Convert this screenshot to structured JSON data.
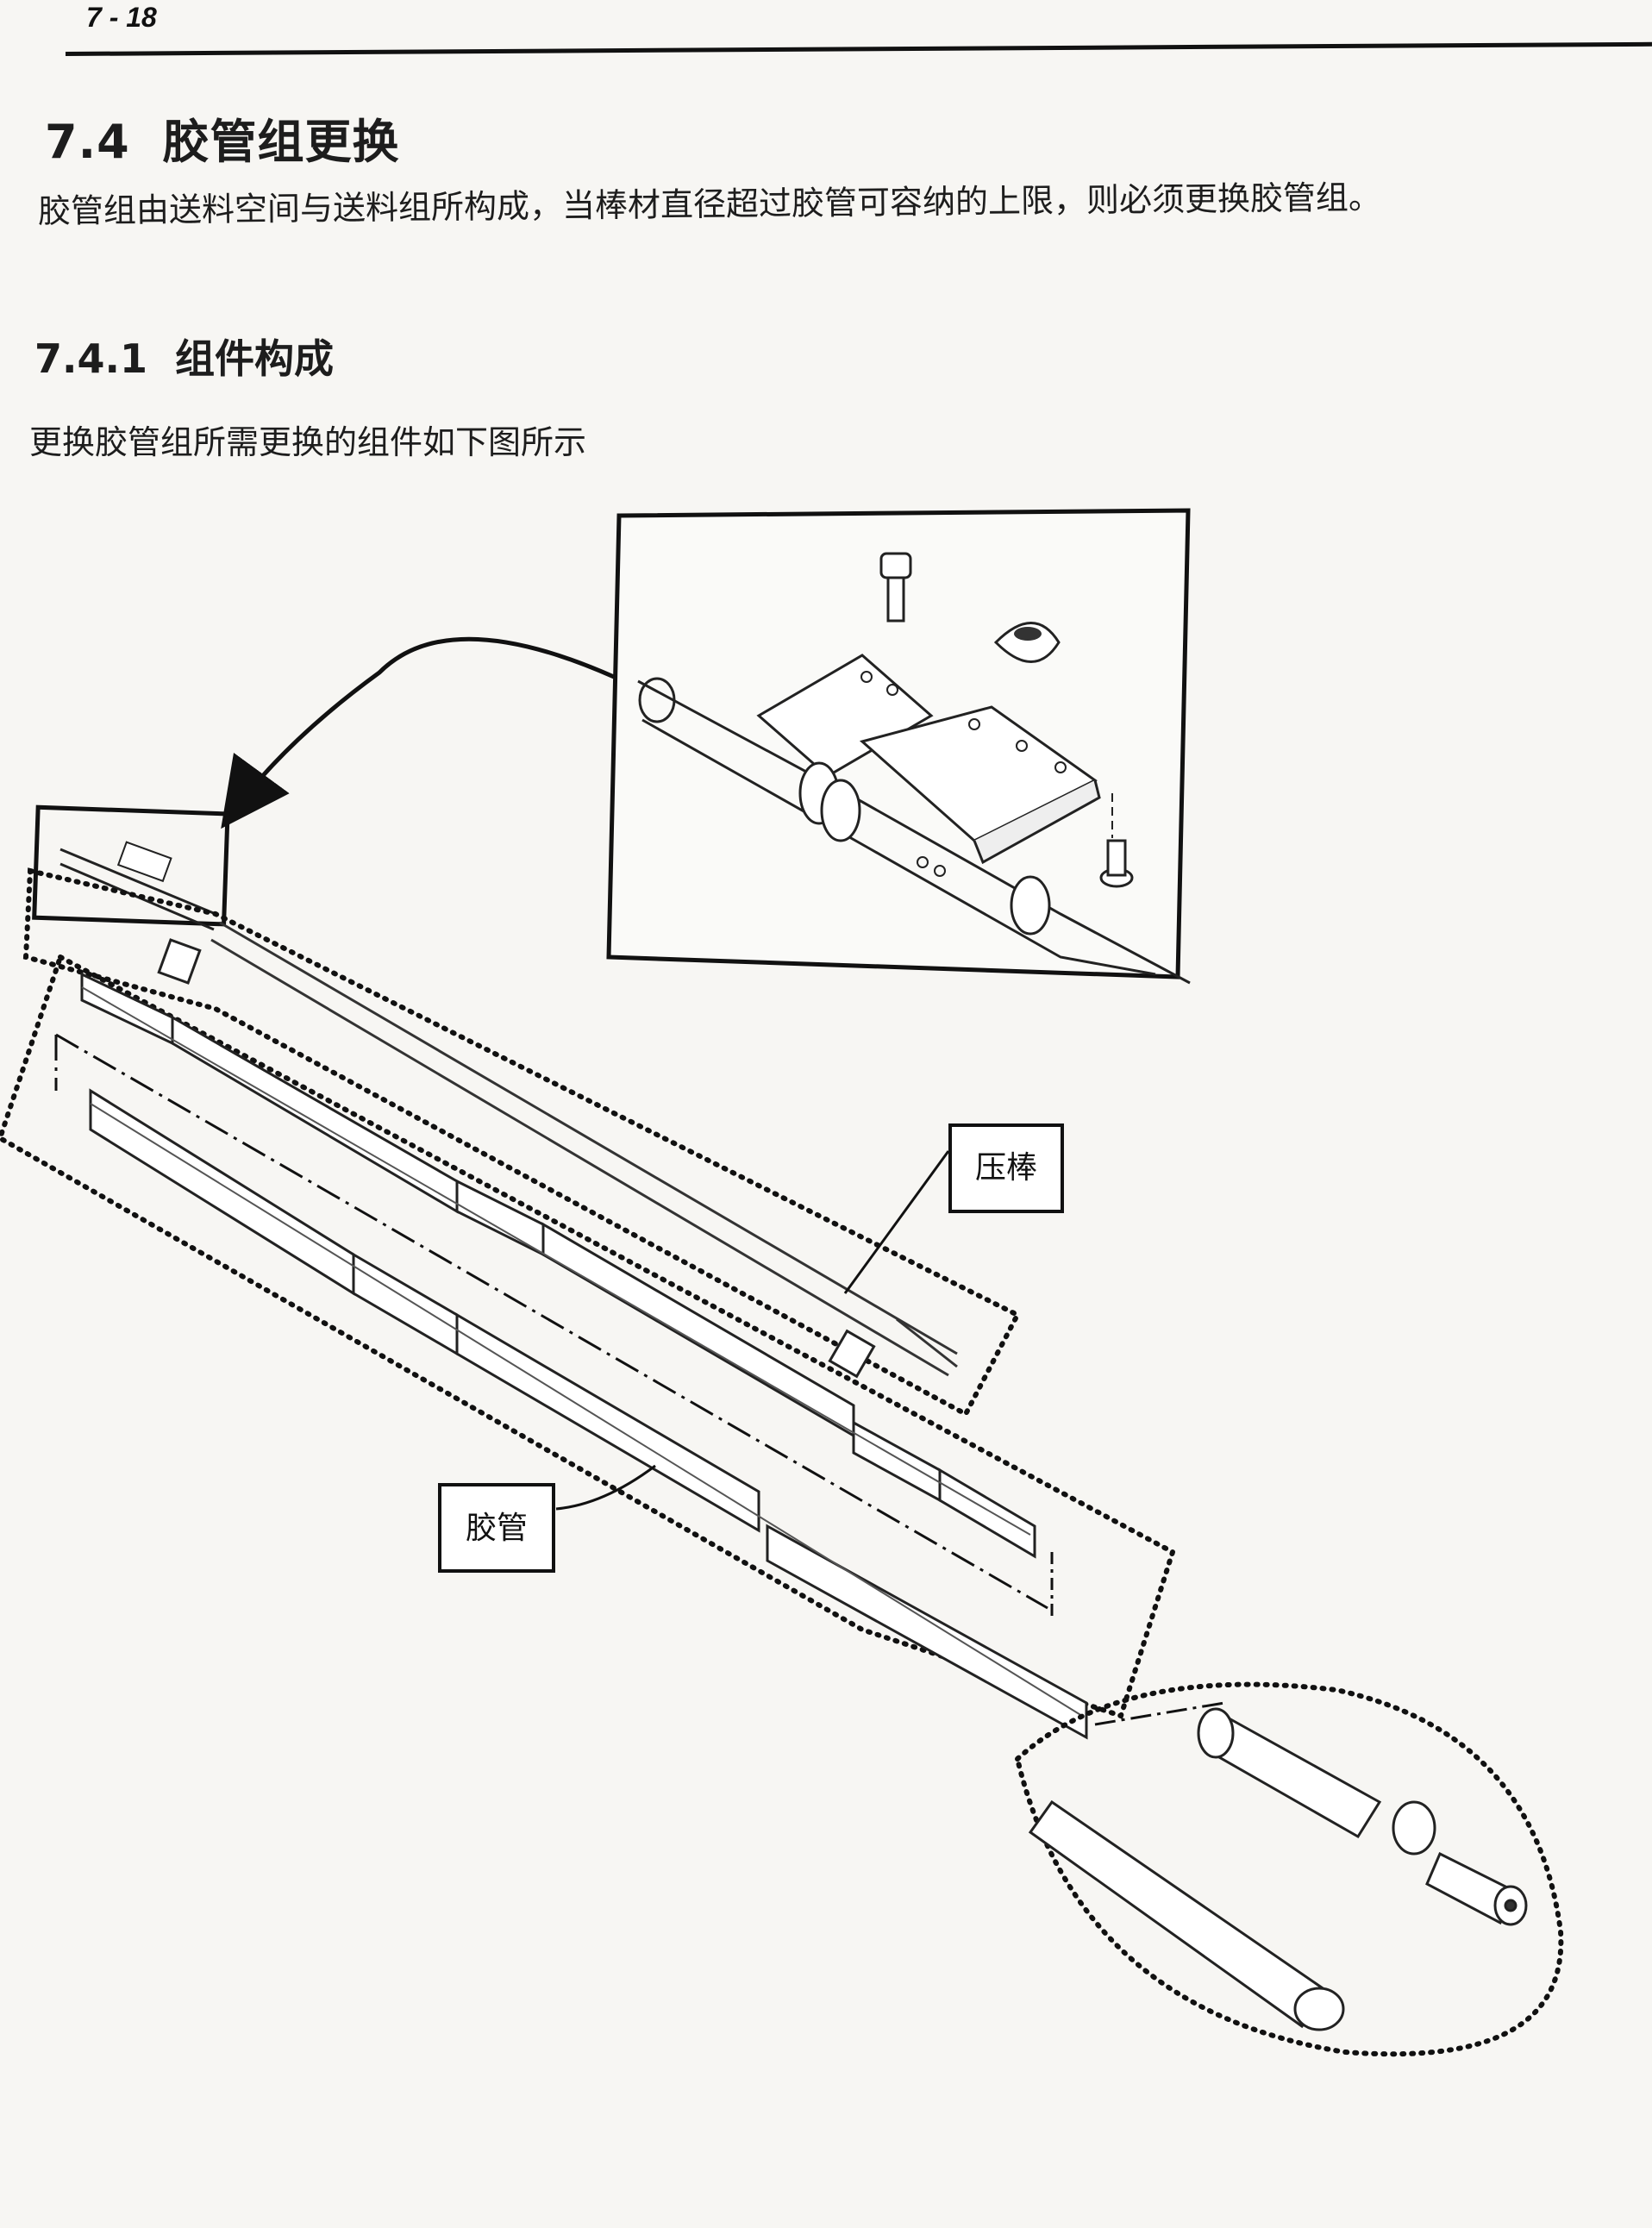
{
  "header": {
    "page_number": "7 - 18"
  },
  "section": {
    "number": "7.4",
    "title": "胶管组更换",
    "intro": "胶管组由送料空间与送料组所构成，当棒材直径超过胶管可容纳的上限，则必须更换胶管组。"
  },
  "subsection": {
    "number": "7.4.1",
    "title": "组件构成",
    "caption": "更换胶管组所需更换的组件如下图所示"
  },
  "figure": {
    "labels": {
      "press_rod": "压棒",
      "hose": "胶管"
    }
  }
}
